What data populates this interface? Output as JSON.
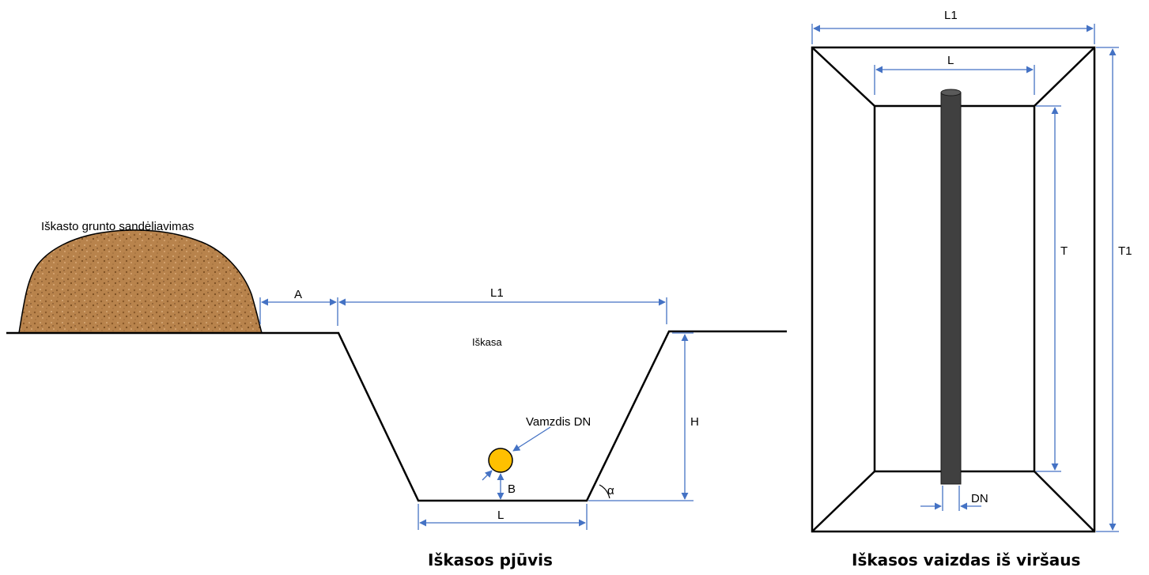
{
  "section_view": {
    "soil_label": "Iškasto grunto sandėliavimas",
    "dim_A": "A",
    "dim_L1": "L1",
    "excavation_label": "Iškasa",
    "pipe_label": "Vamzdis DN",
    "dim_H": "H",
    "dim_B": "B",
    "angle_label": "α",
    "dim_L": "L",
    "title": "Iškasos pjūvis"
  },
  "top_view": {
    "dim_L1": "L1",
    "dim_L": "L",
    "dim_T": "T",
    "dim_T1": "T1",
    "dim_DN": "DN",
    "title": "Iškasos vaizdas iš viršaus"
  },
  "colors": {
    "dimension_line": "#4472c4",
    "soil": "#b8834c",
    "pipe_section": "#ffc000",
    "pipe_top": "#404040"
  }
}
